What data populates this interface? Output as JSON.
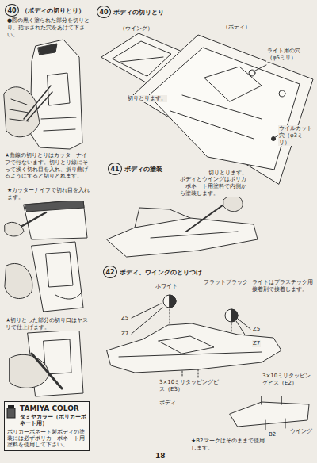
{
  "diagram": {
    "nodes": [
      {
        "text": [
          "40",
          "（ボディの切りとり）"
        ]
      },
      {
        "text": [
          "40",
          "ボディの切りとり"
        ]
      },
      {
        "text": [
          "41",
          "ボディの塗装"
        ]
      },
      {
        "text": [
          "42",
          "ボディ、ウイングのとりつけ"
        ]
      },
      {
        "text": [
          "TAMIYA COLOR",
          "タミヤカラー（ポリカーボネート用）",
          "ポリカーボネート製ボディの塗装には必ずポリカーボネート用塗料を使用して下さい。"
        ]
      }
    ],
    "labels": [
      "●図の黒く塗られた部分を切りとり、指示された穴をあけて下さい。",
      "★曲線の切りとりはカッターナイフで行ないます。切りとり線にそって浅く切れ目を入れ、折り曲げるようにすると切りとれます。",
      "★カッターナイフで切れ目を入れます。",
      "★切りとった部分の切り口はヤスリで仕上げます。",
      "（ウイング）",
      "（ボディ）",
      "ライト用の穴（φ5ミリ）",
      "切りとります。",
      "ウイルカット穴（φ3ミリ）",
      "切りとります。",
      "ボディとウイングはポリカーボネート用塗料で内側から塗装します。",
      "ホワイト",
      "フラットブラック",
      "ライトはプラスチック用接着剤で接着します。",
      "Z5",
      "Z7",
      "Z5",
      "Z7",
      "3×10ミリタッピングビス（E3）",
      "3×10ミリタッピングビス（E2）",
      "ボディ",
      "B2",
      "ウイング",
      "★B2マークはそのままで使用します。",
      "18"
    ]
  }
}
